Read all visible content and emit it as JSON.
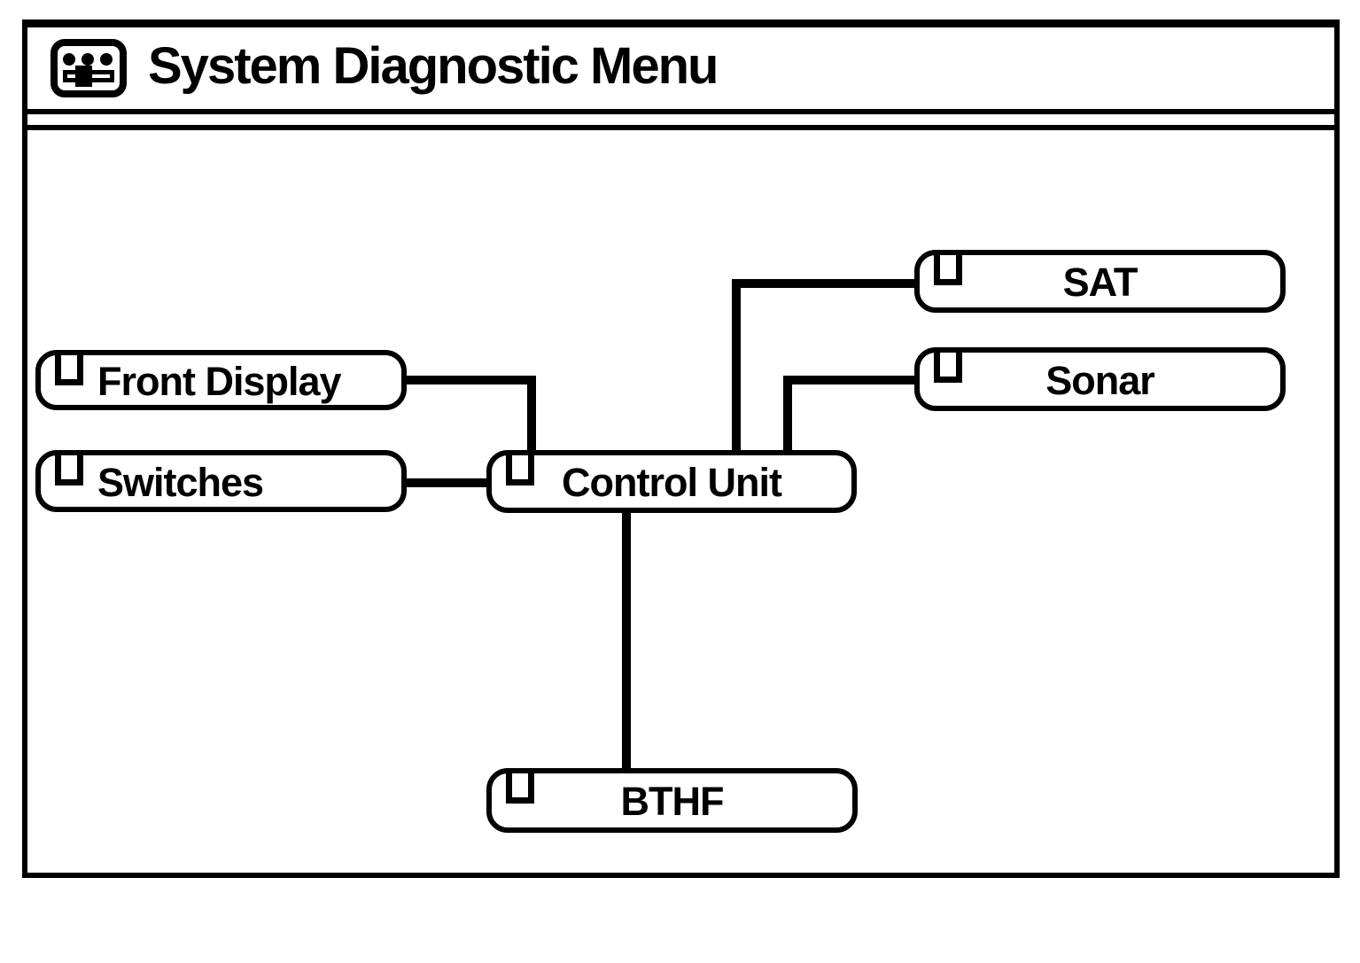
{
  "window": {
    "title": "System Diagnostic Menu",
    "icon": "control-panel-icon"
  },
  "colors": {
    "foreground": "#000000",
    "background": "#ffffff"
  },
  "diagram": {
    "nodes": [
      {
        "id": "front-display",
        "label": "Front Display"
      },
      {
        "id": "switches",
        "label": "Switches"
      },
      {
        "id": "control-unit",
        "label": "Control Unit"
      },
      {
        "id": "sat",
        "label": "SAT"
      },
      {
        "id": "sonar",
        "label": "Sonar"
      },
      {
        "id": "bthf",
        "label": "BTHF"
      }
    ],
    "connections": [
      {
        "from": "front-display",
        "to": "control-unit"
      },
      {
        "from": "switches",
        "to": "control-unit"
      },
      {
        "from": "control-unit",
        "to": "sat"
      },
      {
        "from": "control-unit",
        "to": "sonar"
      },
      {
        "from": "control-unit",
        "to": "bthf"
      }
    ]
  }
}
